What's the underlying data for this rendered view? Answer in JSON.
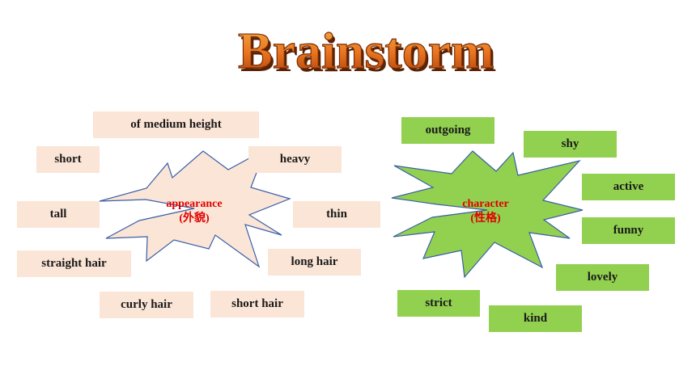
{
  "title": "Brainstorm",
  "colors": {
    "title_fill": "#e8731f",
    "title_stroke": "#7a2e06",
    "appearance_fill": "#fbe5d6",
    "character_fill": "#92d050",
    "burst_stroke": "#3a5fa8",
    "label_red": "#e00000"
  },
  "appearance": {
    "label": "appearance",
    "label_cn": "(外貌)",
    "words": [
      "of medium height",
      "short",
      "heavy",
      "tall",
      "thin",
      "straight hair",
      "long hair",
      "curly hair",
      "short hair"
    ]
  },
  "character": {
    "label": "character",
    "label_cn": "(性格)",
    "words": [
      "outgoing",
      "shy",
      "active",
      "funny",
      "lovely",
      "strict",
      "kind"
    ]
  }
}
